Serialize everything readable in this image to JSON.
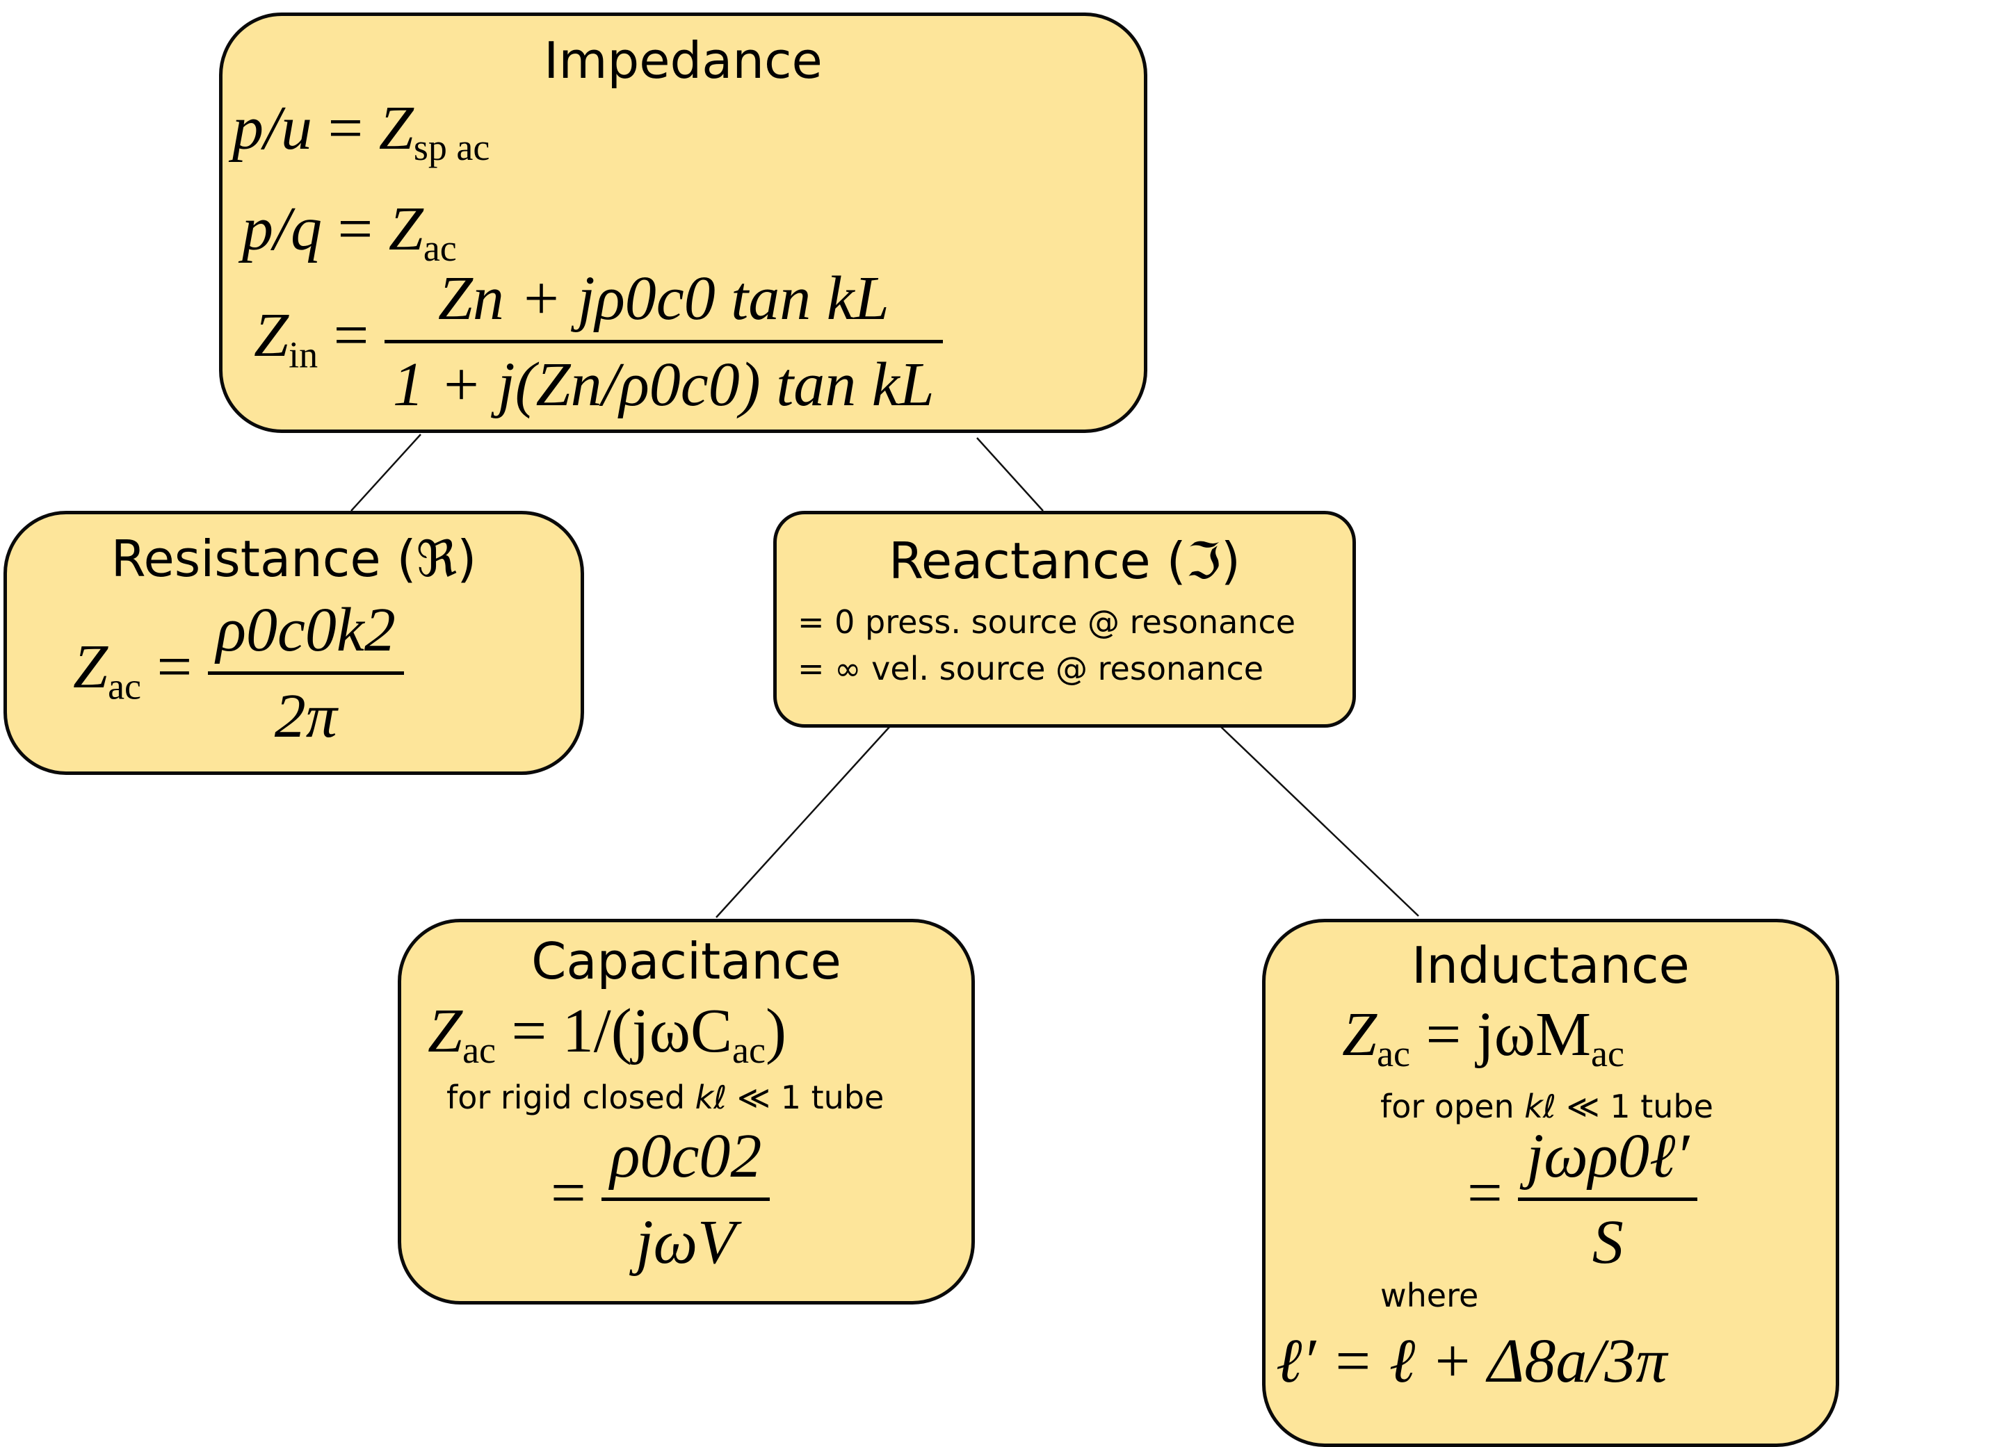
{
  "impedance": {
    "title": "Impedance",
    "eq1_lhs": "p/u",
    "eq1_op": " = ",
    "eq1_var": "Z",
    "eq1_sub": "sp ac",
    "eq2_lhs": "p/q",
    "eq2_op": " = ",
    "eq2_var": "Z",
    "eq2_sub": "ac",
    "eq3_var": "Z",
    "eq3_sub": "in",
    "eq3_op": " = ",
    "eq3_num": "Zn + jρ0c0 tan kL",
    "eq3_den": "1 + j(Zn/ρ0c0) tan kL"
  },
  "resistance": {
    "title": "Resistance (ℜ)",
    "eq_var": "Z",
    "eq_sub": "ac",
    "eq_op": " = ",
    "eq_num": "ρ0c0k2",
    "eq_den": "2π"
  },
  "reactance": {
    "title": "Reactance (ℑ)",
    "note1": "=  0 press. source @ resonance",
    "note2": "= ∞ vel. source @ resonance"
  },
  "capacitance": {
    "title": "Capacitance",
    "eq1_var": "Z",
    "eq1_sub": "ac",
    "eq1_rhs": " = 1/(jωC",
    "eq1_rhs_sub": "ac",
    "eq1_close": ")",
    "note_pre": "for rigid closed ",
    "note_math": "kℓ",
    "note_post": " ≪ 1 tube",
    "eq2_op": "= ",
    "eq2_num": "ρ0c02",
    "eq2_den": "jωV"
  },
  "inductance": {
    "title": "Inductance",
    "eq1_var": "Z",
    "eq1_sub": "ac",
    "eq1_rhs": " = jωM",
    "eq1_rhs_sub": "ac",
    "note_pre": "for open ",
    "note_math": "kℓ",
    "note_post": " ≪ 1 tube",
    "eq2_op": "= ",
    "eq2_num": "jωρ0ℓ′",
    "eq2_den": "S",
    "where": "where",
    "eq3": "ℓ′ = ℓ + Δ8a/3π"
  },
  "colors": {
    "box_fill": "#fde59a",
    "box_stroke": "#0a0a0a",
    "link": "#111111"
  }
}
